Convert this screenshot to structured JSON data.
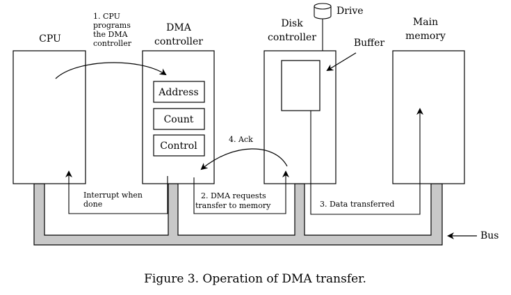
{
  "blocks": {
    "cpu": "CPU",
    "dma": [
      "DMA",
      "controller"
    ],
    "disk": [
      "Disk",
      "controller"
    ],
    "memory": [
      "Main",
      "memory"
    ],
    "drive": "Drive",
    "buffer": "Buffer",
    "bus": "Bus"
  },
  "registers": [
    "Address",
    "Count",
    "Control"
  ],
  "steps": {
    "s1": [
      "1. CPU",
      "programs",
      "the DMA",
      "controller"
    ],
    "s2": [
      "2. DMA requests",
      "transfer to memory"
    ],
    "s3": "3. Data transferred",
    "s4": "4. Ack",
    "interrupt": [
      "Interrupt when",
      "done"
    ]
  },
  "caption": "Figure 3. Operation of DMA transfer."
}
